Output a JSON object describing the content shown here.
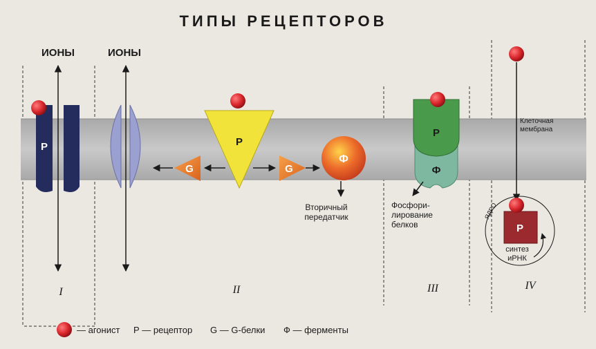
{
  "title": "ТИПЫ РЕЦЕПТОРОВ",
  "labels": {
    "ions_1": "ИОНЫ",
    "ions_2": "ИОНЫ",
    "receptor_letter": "Р",
    "g_letter": "G",
    "f_letter": "Ф",
    "secondary_messenger_1": "Вторичный",
    "secondary_messenger_2": "передатчик",
    "phospho_1": "Фосфори-",
    "phospho_2": "лирование",
    "phospho_3": "белков",
    "membrane_1": "Клеточная",
    "membrane_2": "мембрана",
    "nucleus": "ЯДРО",
    "synthesis_1": "синтез",
    "synthesis_2": "иРНК"
  },
  "types": [
    "I",
    "II",
    "III",
    "IV"
  ],
  "legend": {
    "agonist": "— агонист",
    "receptor": "Р — рецептор",
    "gprotein": "G — G-белки",
    "enzymes": "Ф — ферменты"
  },
  "colors": {
    "agonist": "#d8262c",
    "ion_channel": "#242c5e",
    "ion_channel_2": "#9aa0cf",
    "g_receptor": "#f2e33a",
    "g_protein": "#e87a27",
    "enzyme": "#e4542a",
    "kinase_top": "#4a9a4c",
    "kinase_bottom": "#7fb8a0",
    "nuclear_receptor": "#9b2a2e",
    "membrane": "#b9b9b9"
  }
}
